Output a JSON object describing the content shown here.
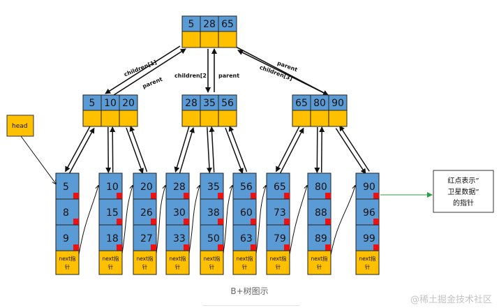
{
  "colors": {
    "key_cell": "#5b9bd5",
    "ptr_cell": "#ffc000",
    "marker": "#ee1111",
    "satellite_arrow": "#2e9e4a"
  },
  "root": {
    "keys": [
      "5",
      "28",
      "65"
    ]
  },
  "internal": [
    {
      "keys": [
        "5",
        "10",
        "20"
      ]
    },
    {
      "keys": [
        "28",
        "35",
        "56"
      ]
    },
    {
      "keys": [
        "65",
        "80",
        "90"
      ]
    }
  ],
  "leaves": [
    {
      "keys": [
        "5",
        "8",
        "9"
      ]
    },
    {
      "keys": [
        "10",
        "15",
        "18"
      ]
    },
    {
      "keys": [
        "20",
        "26",
        "27"
      ]
    },
    {
      "keys": [
        "28",
        "30",
        "33"
      ]
    },
    {
      "keys": [
        "35",
        "38",
        "50"
      ]
    },
    {
      "keys": [
        "56",
        "60",
        "63"
      ]
    },
    {
      "keys": [
        "65",
        "73",
        "79"
      ]
    },
    {
      "keys": [
        "80",
        "88",
        "89"
      ]
    },
    {
      "keys": [
        "90",
        "96",
        "99"
      ]
    }
  ],
  "next_label_line1": "next指",
  "next_label_line2": "针",
  "edge_labels": {
    "children1": "children[1]",
    "children2": "children[2",
    "children3": "children[3]",
    "parent": "parent"
  },
  "head_label": "head",
  "callout_lines": [
    "红点表示”",
    "卫星数据”",
    "的指针"
  ],
  "caption": "B+树图示",
  "watermark": "@稀土掘金技术社区"
}
